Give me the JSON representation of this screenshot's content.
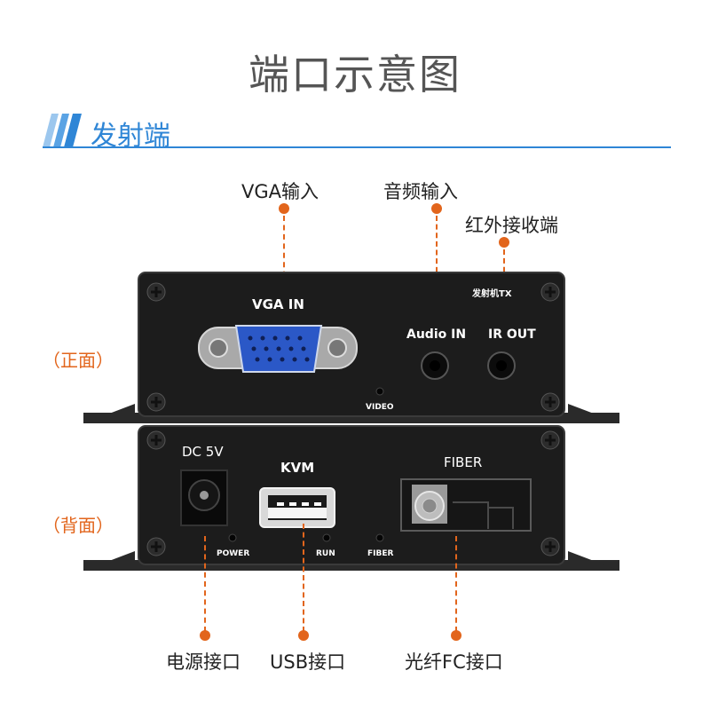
{
  "title": "端口示意图",
  "section": {
    "label": "发射端"
  },
  "sides": {
    "front": "（正面）",
    "back": "（背面）"
  },
  "callouts": {
    "vga_in": "VGA输入",
    "audio_in": "音频输入",
    "ir_out": "红外接收端",
    "power": "电源接口",
    "usb": "USB接口",
    "fiber": "光纤FC接口"
  },
  "front_panel": {
    "vga_label": "VGA IN",
    "model_label": "发射机TX",
    "audio_label": "Audio IN",
    "ir_label": "IR OUT",
    "video_led_label": "VIDEO"
  },
  "back_panel": {
    "dc_label": "DC 5V",
    "kvm_label": "KVM",
    "fiber_label": "FIBER",
    "power_led_label": "POWER",
    "run_led_label": "RUN",
    "fiber_led_label": "FIBER"
  },
  "colors": {
    "accent_blue": "#2f86d6",
    "accent_orange": "#e2651c",
    "panel_dark": "#1b1b1b",
    "vga_blue": "#2b58c7"
  }
}
